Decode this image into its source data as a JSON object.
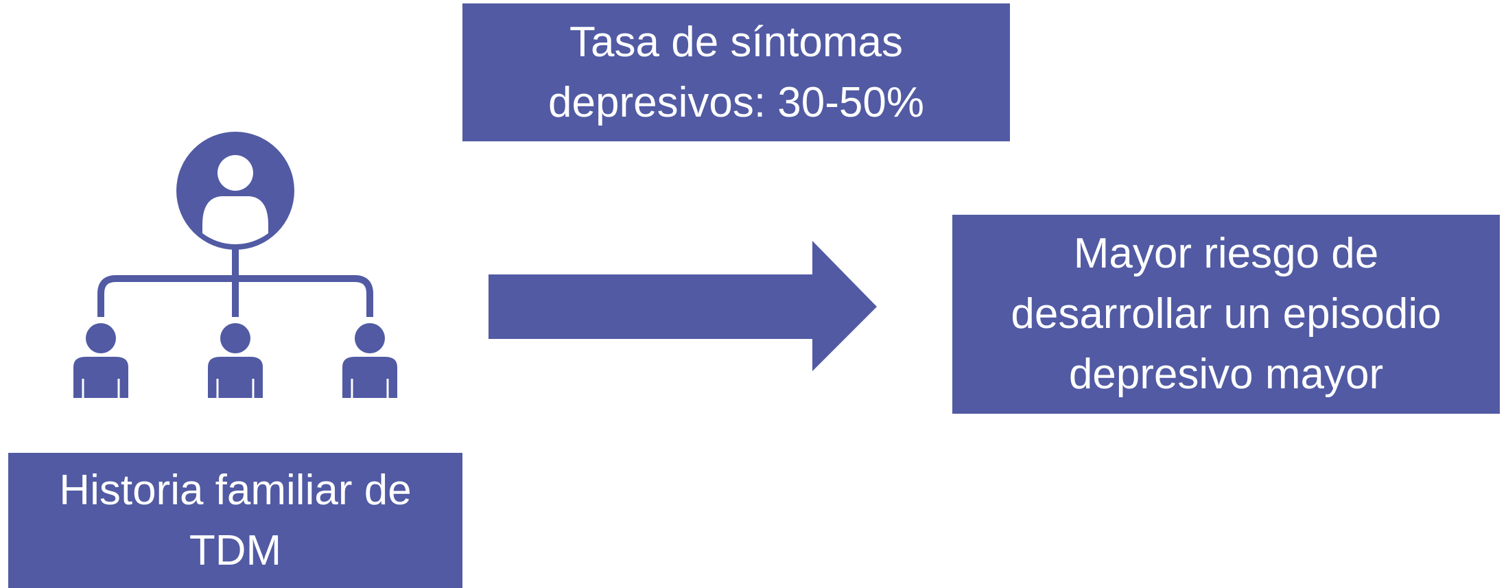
{
  "colors": {
    "accent": "#515aa3",
    "text": "#ffffff",
    "background": "#ffffff"
  },
  "boxes": {
    "rate": {
      "lines": [
        "Tasa de síntomas",
        "depresivos: 30-50%"
      ]
    },
    "risk": {
      "lines": [
        "Mayor riesgo de",
        "desarrollar un episodio",
        "depresivo mayor"
      ]
    },
    "history": {
      "lines": [
        "Historia familiar de",
        "TDM"
      ]
    }
  },
  "icons": {
    "family": "family-tree-icon",
    "arrow": "right-arrow-icon"
  }
}
